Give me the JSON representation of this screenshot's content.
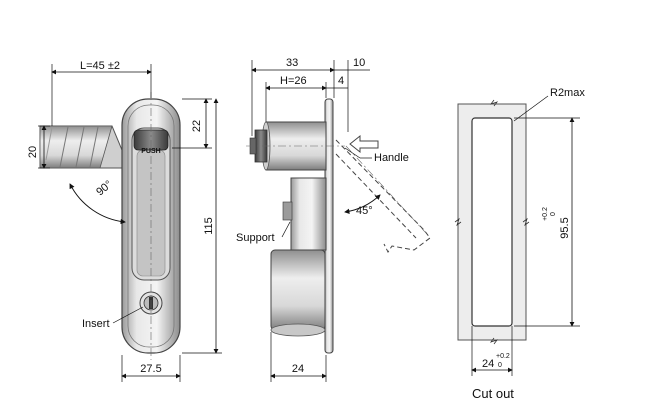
{
  "front_view": {
    "dim_length": "L=45 ±2",
    "dim_height_small": "22",
    "dim_left": "20",
    "dim_total": "115",
    "dim_width": "27.5",
    "angle": "90°",
    "push_label": "PUSH",
    "insert_label": "Insert"
  },
  "side_view": {
    "dim_33": "33",
    "dim_10": "10",
    "dim_h": "H=26",
    "dim_4": "4",
    "dim_24": "24",
    "angle": "45°",
    "handle_label": "Handle",
    "support_label": "Support"
  },
  "cutout": {
    "radius_label": "R2max",
    "dim_height": "95.5",
    "tol_h_plus": "+0.2",
    "tol_h_zero": "0",
    "dim_width": "24",
    "tol_w_plus": "+0.2",
    "tol_w_zero": "0",
    "caption": "Cut out"
  }
}
